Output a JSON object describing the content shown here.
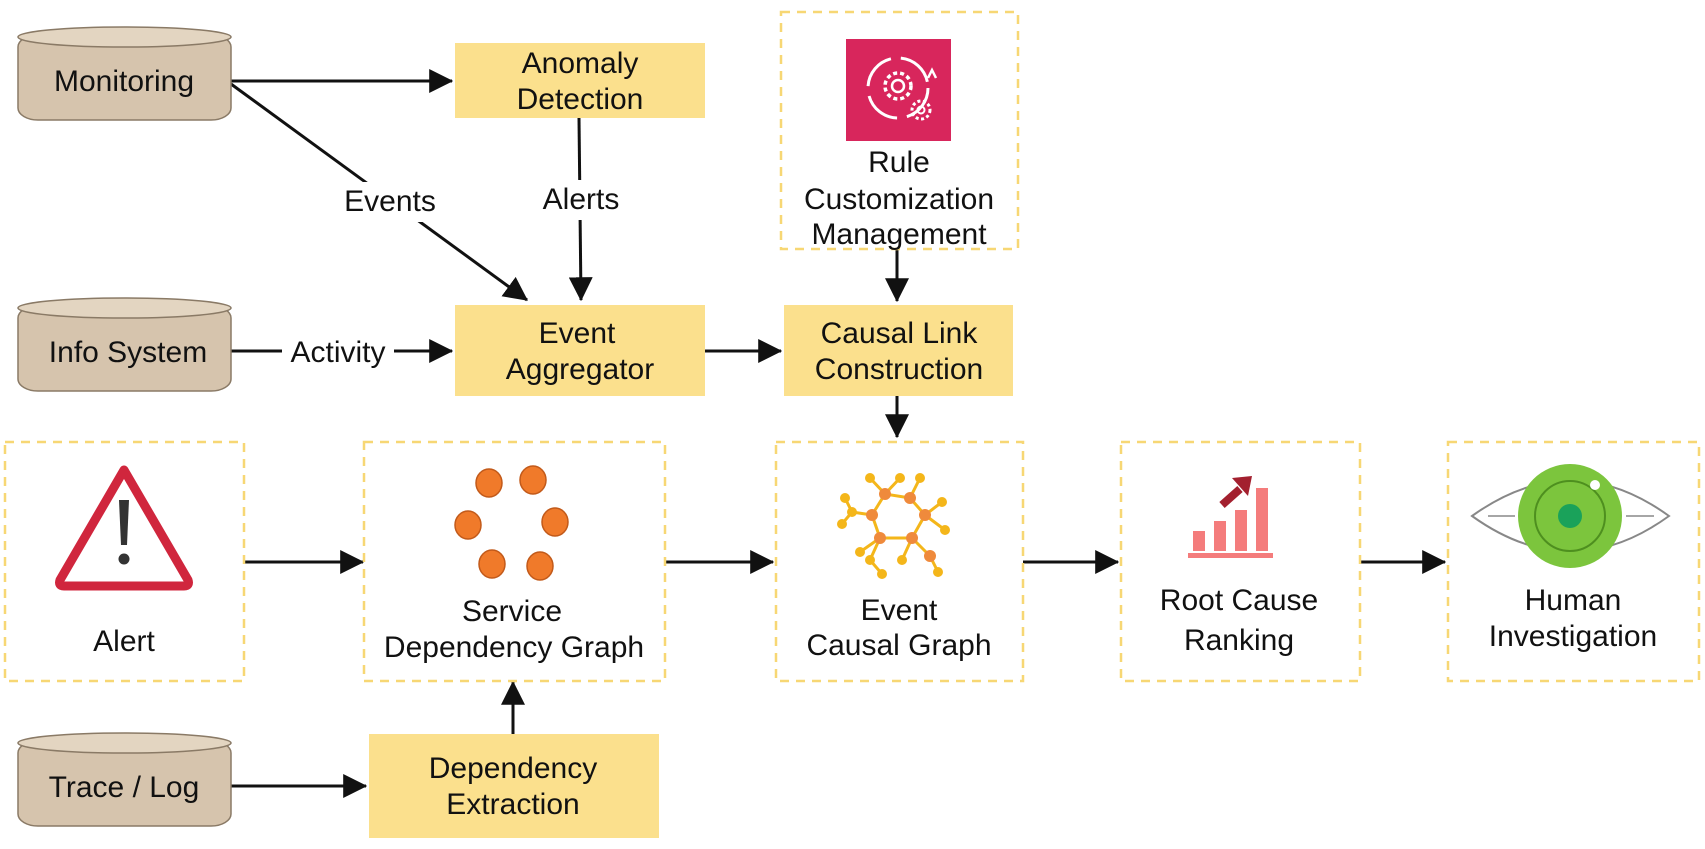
{
  "colors": {
    "process_box": "#fbe08d",
    "data_store": "#d6c4ad",
    "dashed_border": "#f7d774",
    "arrow": "#111111",
    "alert_red": "#d0263d",
    "service_node": "#f07a2a",
    "causal_node": "#f4b61a",
    "causal_center": "#ef8a3c",
    "ranking_bar": "#f47c7c",
    "ranking_arrow": "#a3202f",
    "eye_iris": "#7cc53d",
    "rule_icon_bg": "#d8265c"
  },
  "data_stores": {
    "monitoring": "Monitoring",
    "info_system": "Info System",
    "trace_log": "Trace / Log"
  },
  "processes": {
    "anomaly_detection": [
      "Anomaly",
      "Detection"
    ],
    "event_aggregator": [
      "Event",
      "Aggregator"
    ],
    "causal_link_construction": [
      "Causal Link",
      "Construction"
    ],
    "dependency_extraction": [
      "Dependency",
      "Extraction"
    ]
  },
  "components": {
    "rule_customization": [
      "Rule",
      "Customization",
      "Management"
    ],
    "alert": [
      "Alert"
    ],
    "service_dependency_graph": [
      "Service",
      "Dependency Graph"
    ],
    "event_causal_graph": [
      "Event",
      "Causal Graph"
    ],
    "root_cause_ranking": [
      "Root Cause",
      "Ranking"
    ],
    "human_investigation": [
      "Human",
      "Investigation"
    ]
  },
  "edge_labels": {
    "events": "Events",
    "alerts": "Alerts",
    "activity": "Activity"
  },
  "icons": {
    "rule": "gear-cycle-icon",
    "alert": "warning-triangle-icon",
    "service_graph": "service-nodes-icon",
    "causal_graph": "molecule-graph-icon",
    "ranking": "bar-chart-up-icon",
    "human": "eye-icon"
  }
}
